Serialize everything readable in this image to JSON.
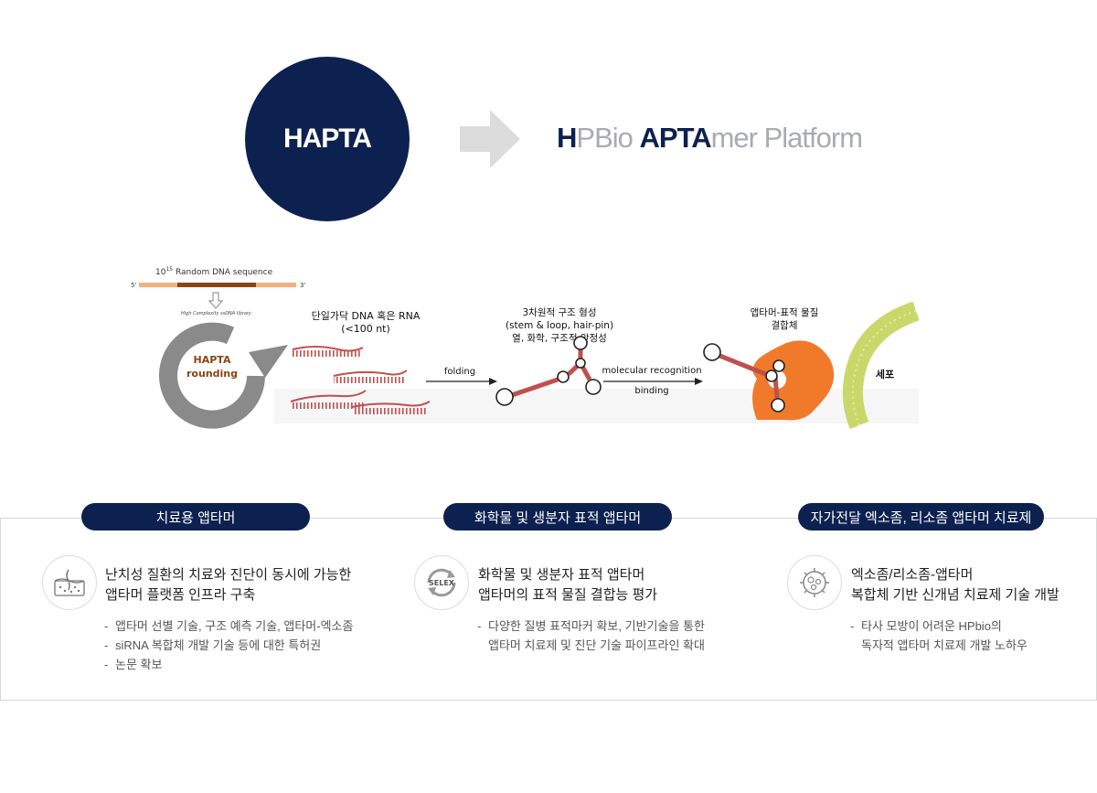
{
  "hero": {
    "circle_label": "HAPTA",
    "platform_parts": [
      {
        "text": "H",
        "highlight": true
      },
      {
        "text": "PBio ",
        "highlight": false
      },
      {
        "text": "APTA",
        "highlight": true
      },
      {
        "text": "mer Platform",
        "highlight": false
      }
    ]
  },
  "diagram": {
    "random_seq_label": "10",
    "random_seq_sup": "15",
    "random_seq_rest": " Random DNA sequence",
    "end5": "5'",
    "end3": "3'",
    "library_label": "High Complexity ssDNA library",
    "rounding_line1": "HAPTA",
    "rounding_line2": "rounding",
    "strand_label_line1": "단일가닥 DNA 혹은 RNA",
    "strand_label_line2": "(<100 nt)",
    "folding_label": "folding",
    "structure_line1": "3차원적 구조 형성",
    "structure_line2": "(stem & loop, hair-pin)",
    "structure_line3": "열, 화학, 구조적 안정성",
    "recognition_label": "molecular recognition",
    "binding_label": "binding",
    "target_line1": "앱타머-표적 물질",
    "target_line2": "결합체",
    "cell_label": "세포"
  },
  "columns": [
    {
      "pill": "치료용 앱타머",
      "icon": "skin-tissue-icon",
      "title_line1": "난치성 질환의 치료와 진단이 동시에 가능한",
      "title_line2": "앱타머 플랫폼 인프라 구축",
      "bullets": [
        "앱타머 선별 기술, 구조 예측 기술, 앱타머-엑소좀",
        "siRNA 복합체 개발 기술 등에 대한 특허권",
        "논문 확보"
      ]
    },
    {
      "pill": "화학물 및 생분자 표적 앱타머",
      "icon": "selex-cycle-icon",
      "icon_text": "SELEX",
      "title_line1": "화학물 및 생분자 표적 앱타머",
      "title_line2": "앱타머의 표적 물질 결합능 평가",
      "bullets": [
        "다양한 질병 표적마커 확보, 기반기술을 통한",
        "앱타머 치료제 및 진단 기술 파이프라인 확대"
      ]
    },
    {
      "pill": "자가전달 엑소좀, 리소좀 앱타머 치료제",
      "icon": "exosome-icon",
      "title_line1": "엑소좀/리소좀-앱타머",
      "title_line2": "복합체 기반 신개념 치료제 기술 개발",
      "bullets": [
        "타사 모방이 어려운 HPbio의",
        "독자적 앱타머 치료제 개발 노하우"
      ]
    }
  ],
  "colors": {
    "navy": "#0d2150",
    "grey_text": "#a9abb0",
    "strand": "#c0504d",
    "target": "#f07a2a",
    "membrane": "#c8d86a"
  }
}
